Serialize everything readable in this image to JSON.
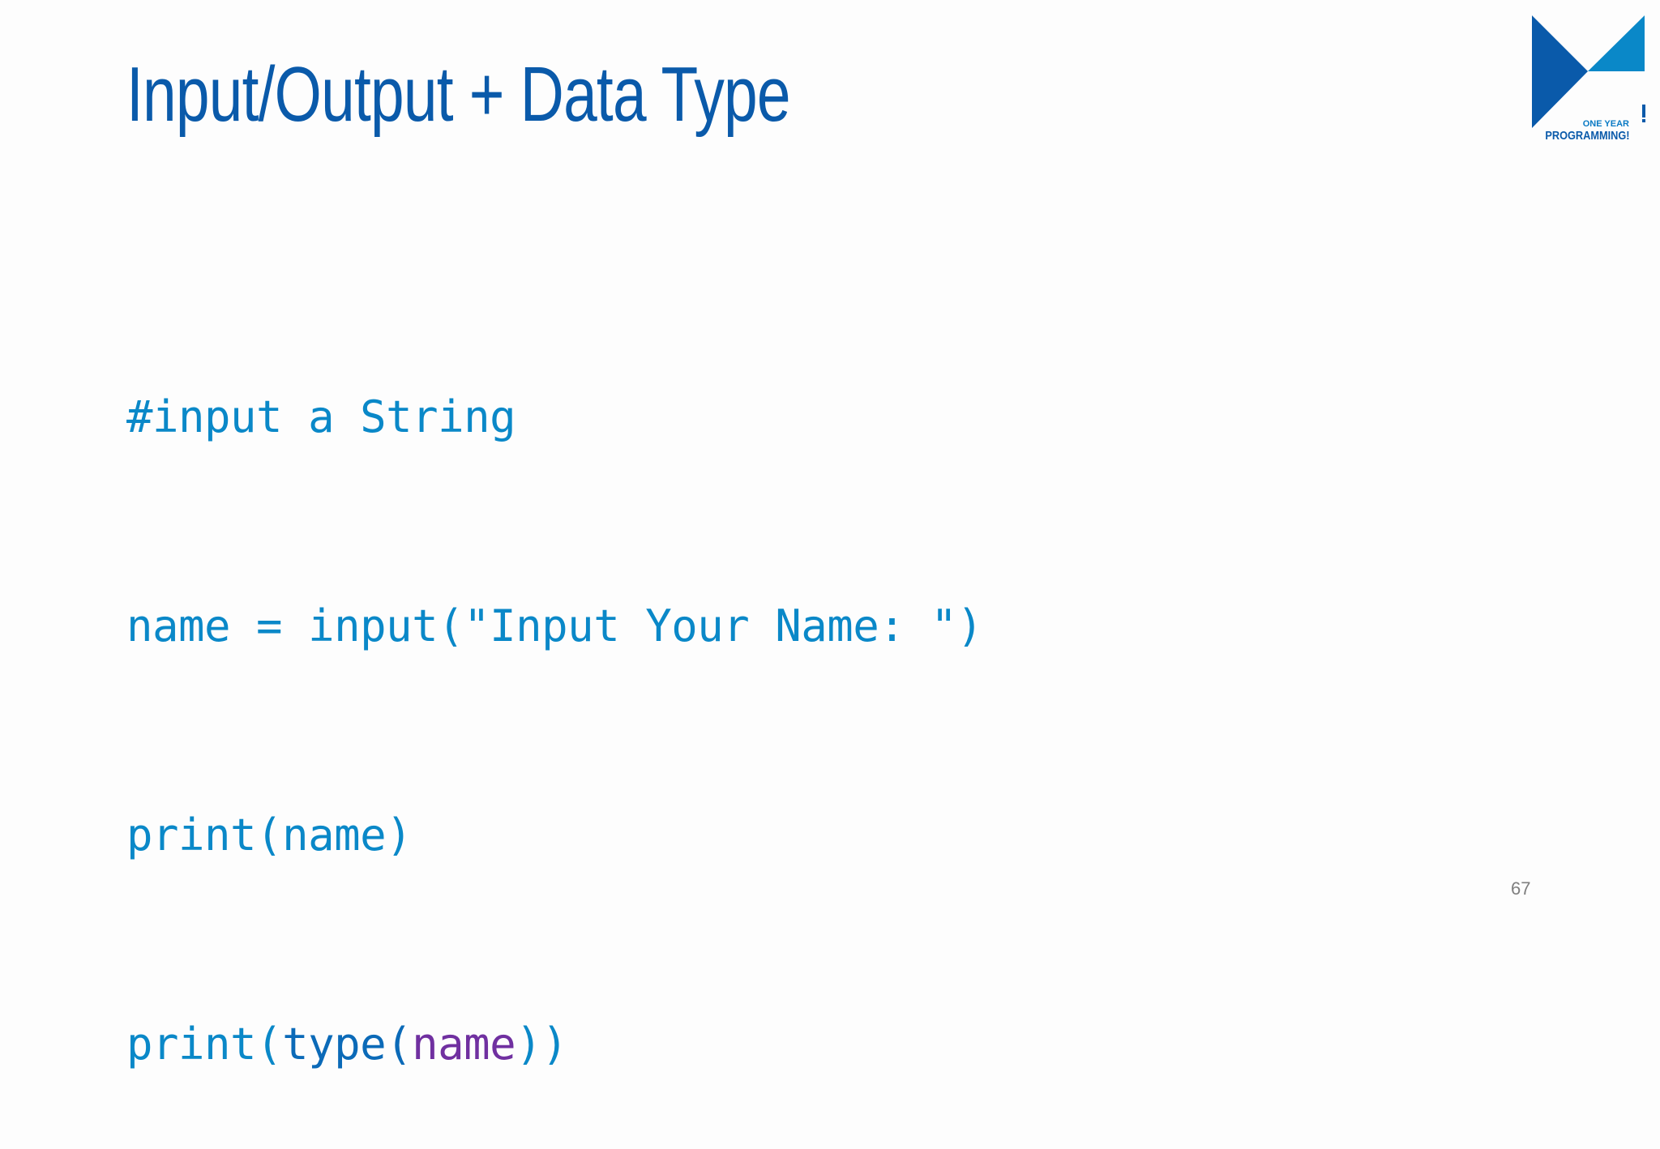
{
  "slide": {
    "title": "Input/Output + Data Type",
    "page_number": "67"
  },
  "logo": {
    "line1": "ONE YEAR",
    "line2": "PROGRAMMING!",
    "colors": {
      "dark_blue": "#0a5aaa",
      "light_blue": "#0a88c8"
    }
  },
  "code": {
    "lines": [
      {
        "segments": [
          {
            "text": "#input a String"
          }
        ]
      },
      {
        "segments": [
          {
            "text": "name = input(\"Input Your Name: \")"
          }
        ]
      },
      {
        "segments": [
          {
            "text": "print(name)"
          }
        ]
      },
      {
        "segments": [
          {
            "text": "print("
          },
          {
            "text": "type("
          },
          {
            "text": "name"
          },
          {
            "text": "))"
          }
        ]
      }
    ],
    "colors": {
      "default": "#0a88c8",
      "builtin": "#0b6ab8",
      "variable": "#7030a0"
    }
  }
}
